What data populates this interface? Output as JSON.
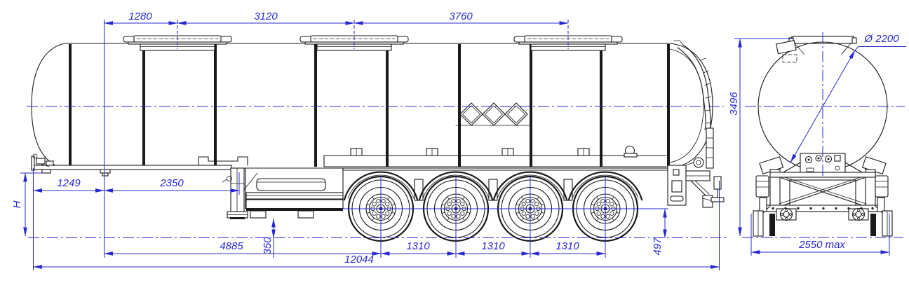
{
  "drawing": {
    "type": "technical-drawing",
    "colors": {
      "line": "#1a1a1a",
      "dimension": "#2828d2",
      "background": "#ffffff"
    },
    "dims": {
      "d1280": "1280",
      "d3120": "3120",
      "d3760": "3760",
      "d1249": "1249",
      "d2350": "2350",
      "dH": "H",
      "d4885": "4885",
      "d350": "350",
      "d1310a": "1310",
      "d1310b": "1310",
      "d1310c": "1310",
      "d497": "497",
      "d12044": "12044",
      "d3496": "3496",
      "dDia": "Ø 2200",
      "d2550": "2550 max"
    }
  }
}
